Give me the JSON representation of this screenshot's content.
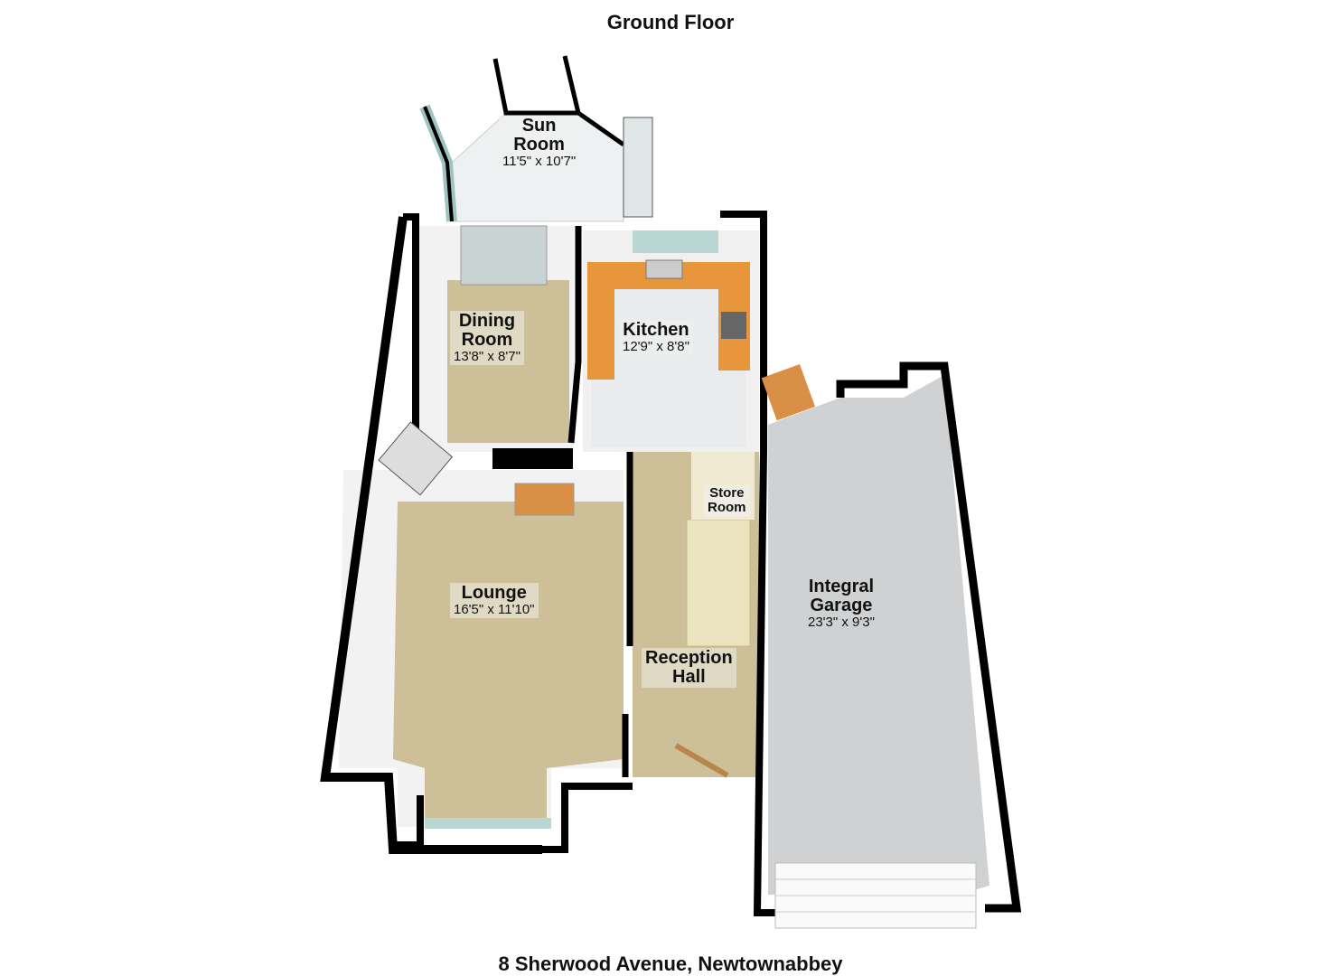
{
  "title": "Ground Floor",
  "footer": "8 Sherwood Avenue, Newtownabbey",
  "rooms": {
    "sun_room": {
      "name_1": "Sun",
      "name_2": "Room",
      "dims": "11'5\" x 10'7\""
    },
    "dining_room": {
      "name_1": "Dining",
      "name_2": "Room",
      "dims": "13'8\" x 8'7\""
    },
    "kitchen": {
      "name_1": "Kitchen",
      "dims": "12'9\" x 8'8\""
    },
    "store_room": {
      "name_1": "Store",
      "name_2": "Room"
    },
    "lounge": {
      "name_1": "Lounge",
      "dims": "16'5\" x 11'10\""
    },
    "reception_hall": {
      "name_1": "Reception",
      "name_2": "Hall"
    },
    "garage": {
      "name_1": "Integral",
      "name_2": "Garage",
      "dims": "23'3\" x 9'3\""
    }
  },
  "colors": {
    "wall": "#000000",
    "carpet": "#cdbf97",
    "tile": "#e8ecec",
    "garage_floor": "#cfd1d2",
    "counter": "#e8963c",
    "glass": "#b9d6d2"
  }
}
